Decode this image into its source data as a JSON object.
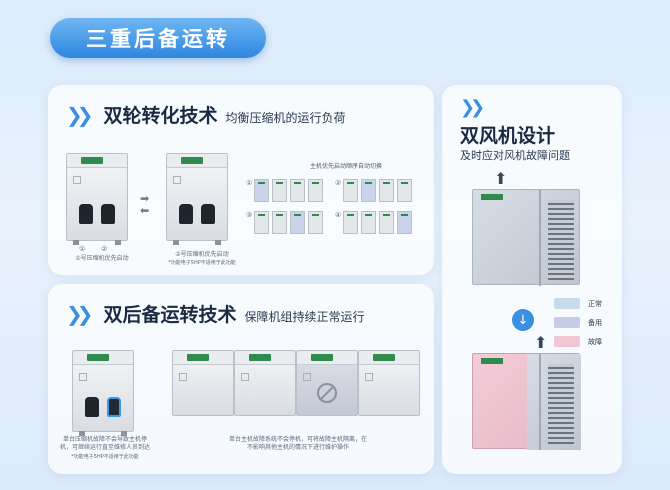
{
  "banner": {
    "title": "三重后备运转"
  },
  "card1": {
    "title": "双轮转化技术",
    "subtitle": "均衡压缩机的运行负荷",
    "unit_a_markers": [
      "①",
      "②"
    ],
    "unit_a_caption": "①号压缩机优先启动",
    "unit_b_caption": "②号压缩机优先启动",
    "unit_b_note": "*功能电子5HP不适用于此功能",
    "grid_title": "主机优先启动顺序自动切换",
    "grid_markers": [
      "①",
      "②",
      "③",
      "④"
    ]
  },
  "card2": {
    "title": "双后备运转技术",
    "subtitle": "保障机组持续正常运行",
    "left_caption": "单台压缩机故障不会导致主机停机，可继续运行直至维修人员到达",
    "left_note": "*功能电子5HP不适用于此功能",
    "right_caption": "单台主机故障系统不会停机，可将故障主机隔离，在不影响其他主机的情况下进行维护操作"
  },
  "card3": {
    "title": "双风机设计",
    "subtitle": "及时应对风机故障问题",
    "legend": [
      {
        "label": "正常",
        "color": "#c8dbec"
      },
      {
        "label": "备用",
        "color": "#c5cde6"
      },
      {
        "label": "故障",
        "color": "#f0c6d4"
      }
    ]
  },
  "colors": {
    "accent": "#2e86e0",
    "brand_badge": "#2f8a4e",
    "fault": "#f2c4d2",
    "standby": "#c5cde6"
  }
}
